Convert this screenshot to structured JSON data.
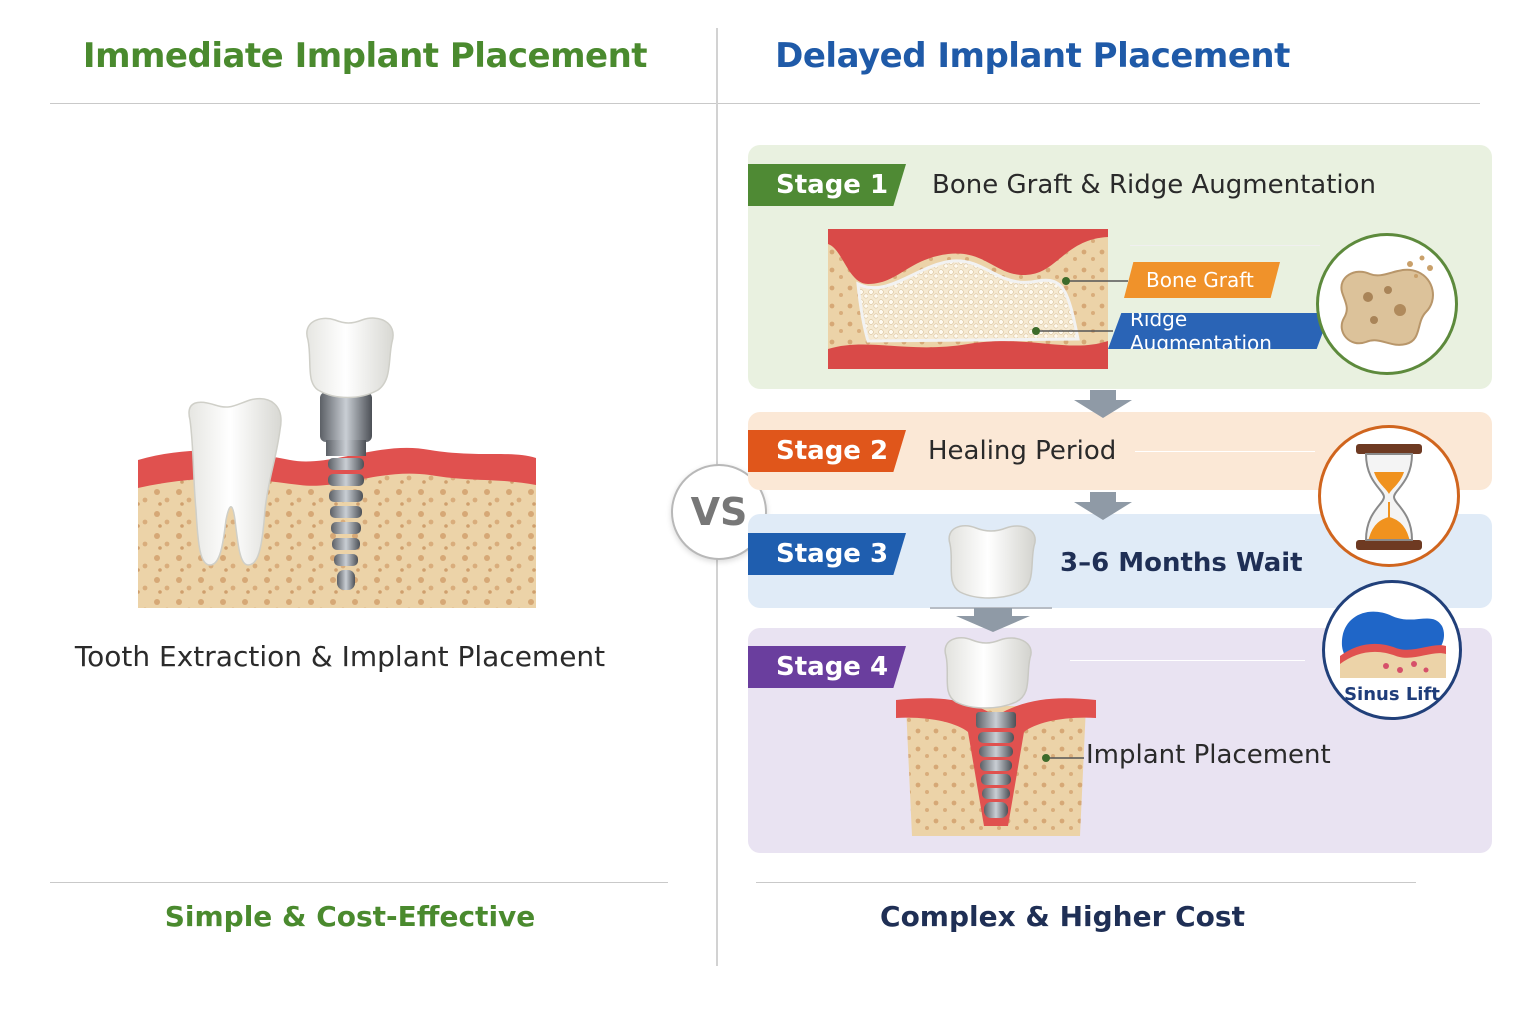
{
  "left": {
    "title": "Immediate Implant Placement",
    "caption": "Tooth Extraction & Implant Placement",
    "footer": "Simple & Cost-Effective"
  },
  "right": {
    "title": "Delayed Implant Placement",
    "footer": "Complex & Higher Cost",
    "stages": [
      {
        "tag": "Stage 1",
        "title": "Bone Graft & Ridge Augmentation",
        "color": "#4f8a34"
      },
      {
        "tag": "Stage 2",
        "title": "Healing Period",
        "color": "#e0561b"
      },
      {
        "tag": "Stage 3",
        "title": "3–6 Months Wait",
        "color": "#1f5eaf"
      },
      {
        "tag": "Stage 4",
        "title": "Implant Placement",
        "color": "#6a3e9e"
      }
    ],
    "labels": {
      "bone_graft": "Bone Graft",
      "ridge_augmentation": "Ridge Augmentation",
      "sinus_lift": "Sinus Lift"
    }
  },
  "vs": "VS",
  "icons": [
    "tooth-icon",
    "implant-icon",
    "bone-graft-icon",
    "hourglass-icon",
    "sinus-lift-icon",
    "arrow-down-icon"
  ]
}
